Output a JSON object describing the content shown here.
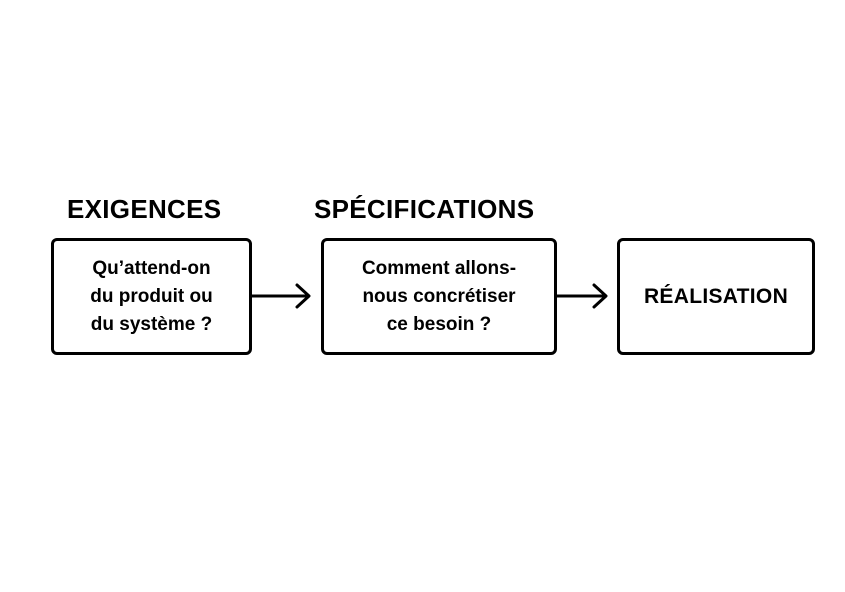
{
  "headings": {
    "exigences": "EXIGENCES",
    "specifications": "SPÉCIFICATIONS"
  },
  "boxes": {
    "exigences": "Qu’attend-on\ndu produit ou\ndu système ?",
    "specifications": "Comment allons-\nnous concrétiser\nce besoin ?",
    "realisation": "RÉALISATION"
  },
  "colors": {
    "stroke": "#000000",
    "background": "#ffffff"
  }
}
